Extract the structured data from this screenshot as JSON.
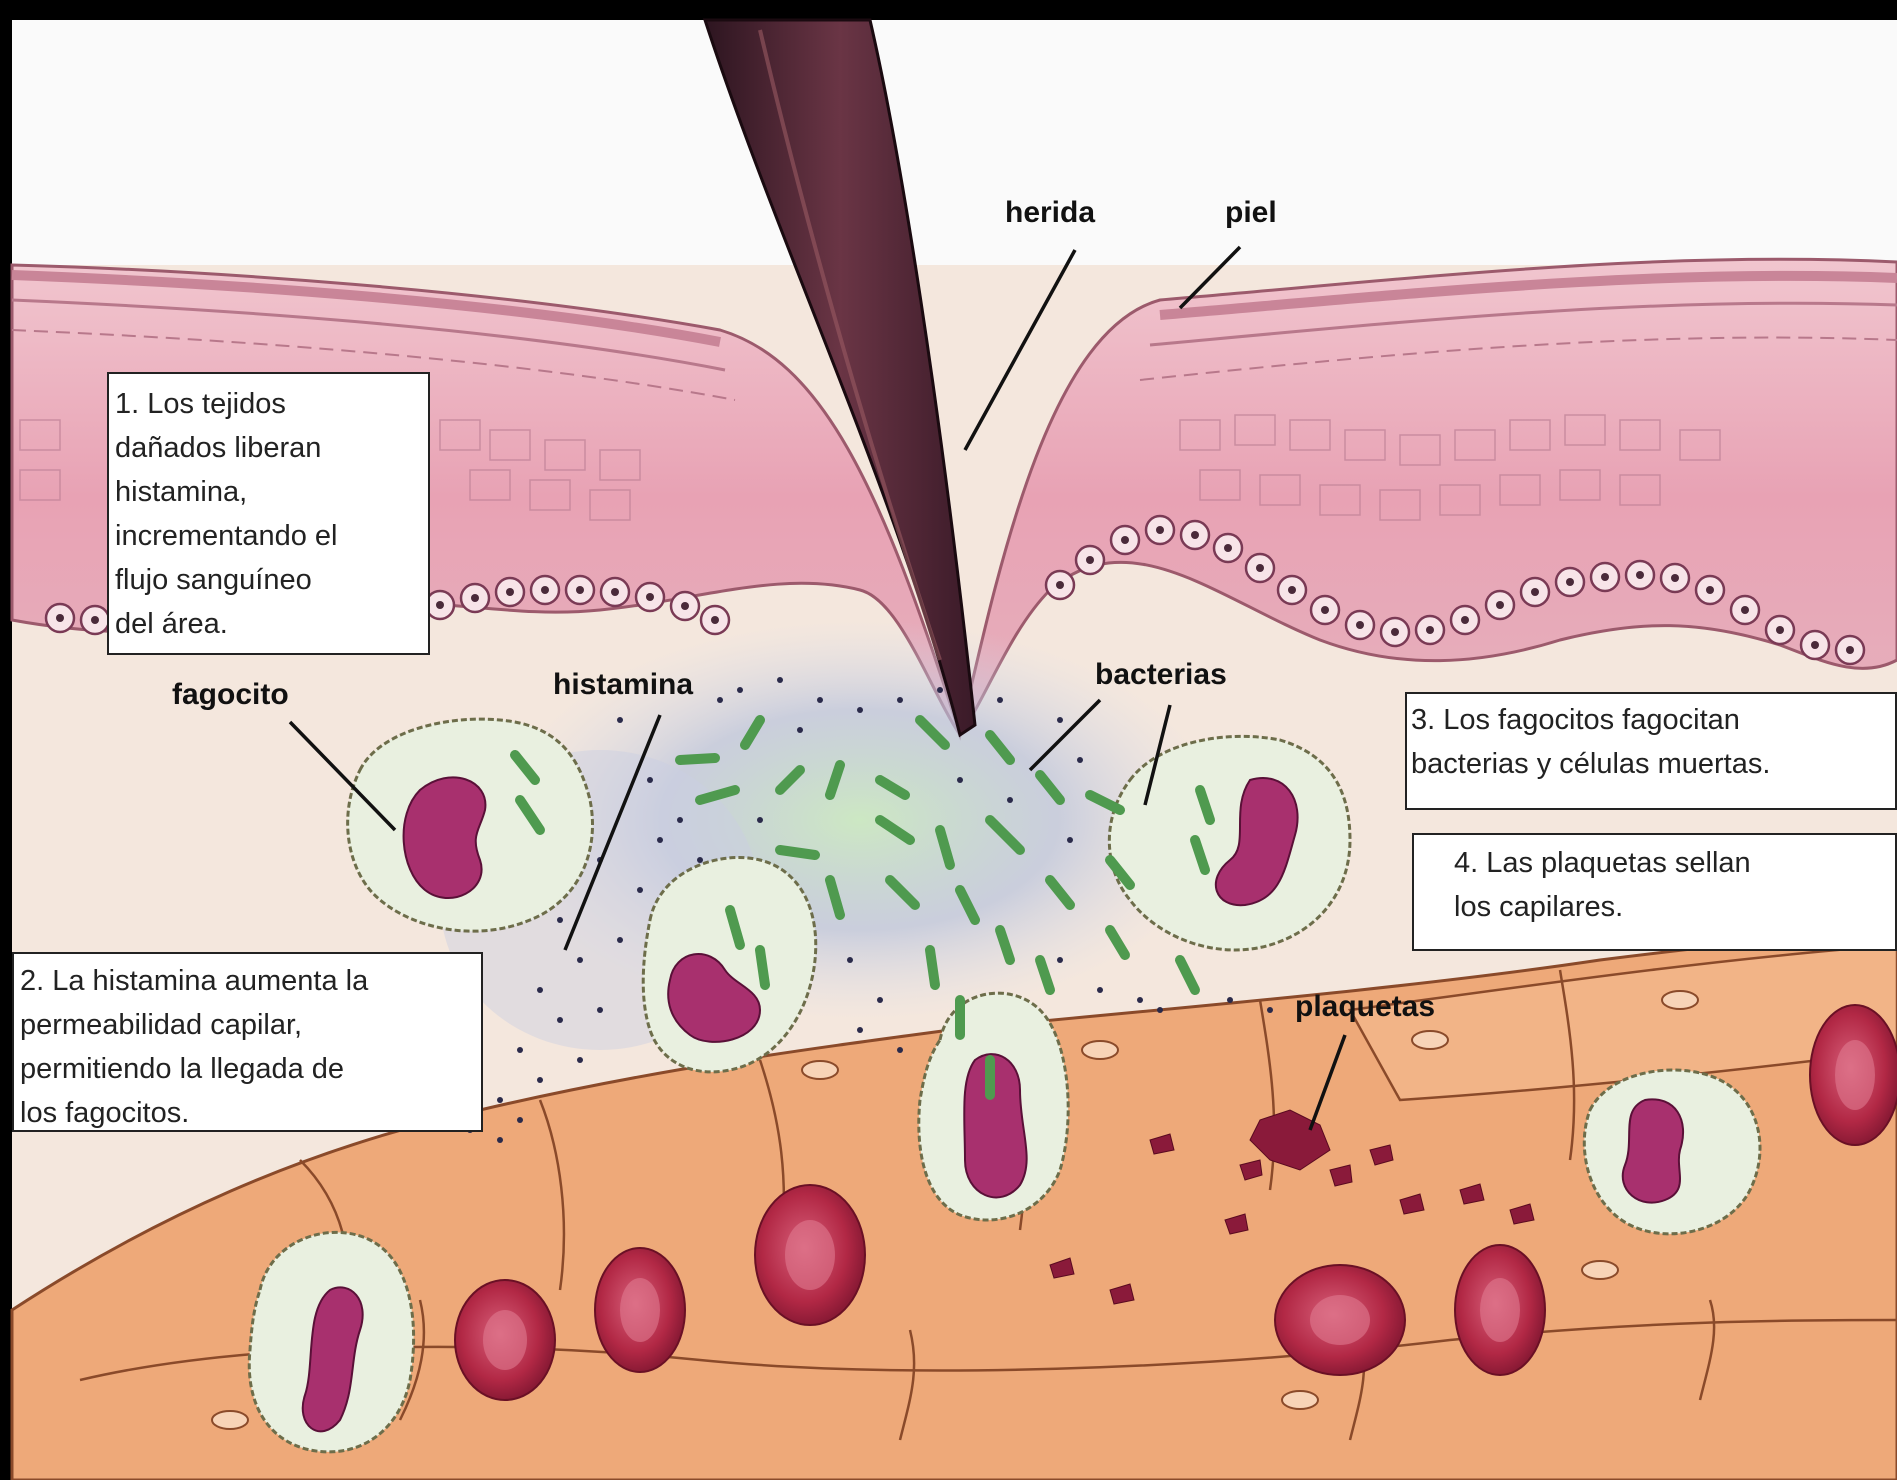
{
  "labels": {
    "herida": "herida",
    "piel": "piel",
    "fagocito": "fagocito",
    "histamina": "histamina",
    "bacterias": "bacterias",
    "plaquetas": "plaquetas"
  },
  "boxes": {
    "box1": [
      "1. Los tejidos",
      "dañados liberan",
      "histamina,",
      "incrementando el",
      "flujo sanguíneo",
      "del área."
    ],
    "box2": [
      "2. La histamina aumenta la",
      "permeabilidad capilar,",
      "permitiendo la llegada de",
      "los fagocitos."
    ],
    "box3": [
      "3. Los fagocitos fagocitan",
      "bacterias y  células muertas."
    ],
    "box4": [
      "4. Las plaquetas sellan",
      "los capilares."
    ]
  },
  "colors": {
    "frame": "#000000",
    "skin": "#e9a3b4",
    "tissue": "#f4e6dc",
    "vessel": "#eeaa76",
    "red_cell": "#b82748",
    "nucleus": "#a8306e",
    "bacteria": "#4f9a4f",
    "splinter": "#4a2230"
  }
}
